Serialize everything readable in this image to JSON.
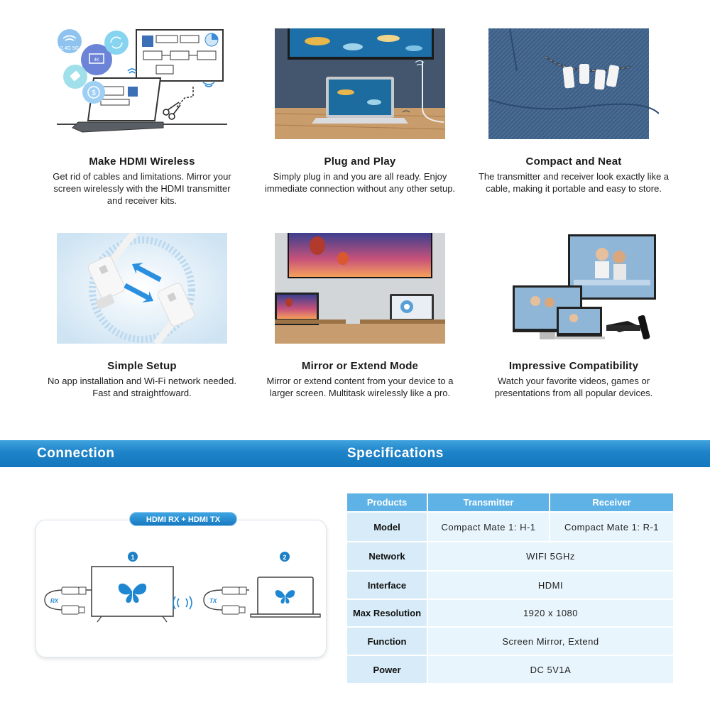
{
  "features": [
    {
      "title": "Make HDMI Wireless",
      "text": "Get rid of cables and limitations. Mirror your screen wirelessly with the HDMI transmitter and receiver kits."
    },
    {
      "title": "Plug and Play",
      "text": "Simply plug in and you are all ready. Enjoy immediate connection without any other setup."
    },
    {
      "title": "Compact and Neat",
      "text": "The transmitter and receiver look exactly like a cable, making it portable and easy to store."
    },
    {
      "title": "Simple Setup",
      "text": "No app installation and Wi-Fi network needed. Fast and straightfoward."
    },
    {
      "title": "Mirror or Extend Mode",
      "text": "Mirror or extend content from your device to a larger screen. Multitask wirelessly like a pro."
    },
    {
      "title": "Impressive Compatibility",
      "text": "Watch your favorite videos, games or presentations from all popular devices."
    }
  ],
  "illustration1": {
    "badge_wifi": "2.4G 5G",
    "badge_screen": "4K"
  },
  "sections": {
    "connection": "Connection",
    "specifications": "Specifications"
  },
  "connection": {
    "pill": "HDMI RX + HDMI TX",
    "step1": "1",
    "step2": "2",
    "rx": "RX",
    "tx": "TX"
  },
  "specs": {
    "headers": [
      "Products",
      "Transmitter",
      "Receiver"
    ],
    "model": {
      "label": "Model",
      "tx": "Compact Mate 1: H-1",
      "rx": "Compact Mate 1: R-1"
    },
    "rows": [
      {
        "label": "Network",
        "value": "WIFI 5GHz"
      },
      {
        "label": "Interface",
        "value": "HDMI"
      },
      {
        "label": "Max Resolution",
        "value": "1920 x 1080"
      },
      {
        "label": "Function",
        "value": "Screen Mirror, Extend"
      },
      {
        "label": "Power",
        "value": "DC 5V1A"
      }
    ]
  },
  "colors": {
    "accent": "#1e83c8",
    "header_cell": "#5fb2e6",
    "label_cell": "#d7ecf8",
    "value_cell": "#e9f5fc"
  }
}
